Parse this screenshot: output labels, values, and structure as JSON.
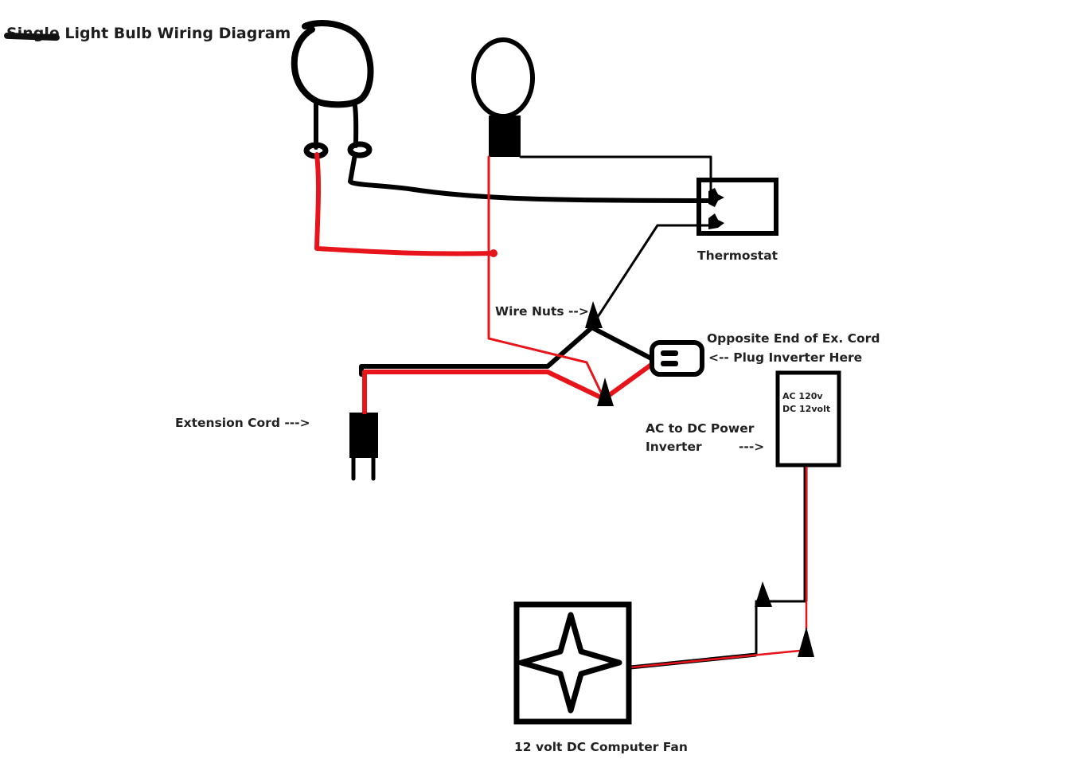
{
  "title": {
    "struck_word": "Single",
    "text": "Single Light Bulb Wiring Diagram"
  },
  "labels": {
    "thermostat": "Thermostat",
    "wire_nuts": "Wire Nuts -->",
    "opposite_end_line1": "Opposite End of Ex. Cord",
    "opposite_end_line2": "<-- Plug Inverter Here",
    "extension_cord": "Extension Cord --->",
    "inverter_label_line1": "AC to DC Power",
    "inverter_label_line2": "Inverter",
    "inverter_arrow": "--->",
    "inverter_box_line1": "AC 120v",
    "inverter_box_line2": "DC 12volt",
    "fan": "12 volt DC Computer Fan"
  },
  "colors": {
    "wire_hot": "#e8141b",
    "wire_neutral": "#000000",
    "text": "#222222",
    "background": "#ffffff"
  },
  "components": [
    {
      "name": "light-bulb-hand-drawn",
      "type": "bulb"
    },
    {
      "name": "light-bulb-with-socket",
      "type": "bulb"
    },
    {
      "name": "thermostat",
      "type": "thermostat",
      "terminals": 2
    },
    {
      "name": "wire-nut-top",
      "type": "wire-nut"
    },
    {
      "name": "wire-nut-bottom",
      "type": "wire-nut"
    },
    {
      "name": "outlet-receptacle",
      "type": "receptacle"
    },
    {
      "name": "extension-cord-plug",
      "type": "plug"
    },
    {
      "name": "power-inverter",
      "type": "inverter"
    },
    {
      "name": "fan-wire-nut-left",
      "type": "wire-nut"
    },
    {
      "name": "fan-wire-nut-right",
      "type": "wire-nut"
    },
    {
      "name": "computer-fan",
      "type": "fan"
    }
  ]
}
